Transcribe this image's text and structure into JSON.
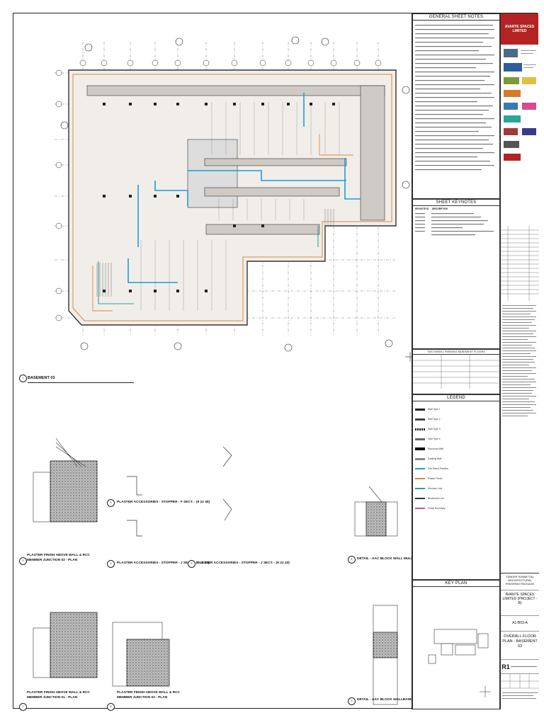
{
  "sheet": {
    "plan_title": "BASEMENT 03",
    "general_notes_title": "GENERAL SHEET NOTES",
    "keynotes_title": "SHEET KEYNOTES",
    "keynotes_columns": [
      "KEYNOTE ID",
      "DESCRIPTION"
    ],
    "parking_schedule_title": "TWO WHEEL PARKING BASEMENT FLOORS",
    "legend_title": "LEGEND",
    "key_plan_title": "KEY PLAN"
  },
  "details": [
    {
      "title": "PLASTER FINISH ABOVE WALL & RCC MEMBER JUNCTION 02 - PLAN"
    },
    {
      "title": "PLASTER ACCESSORIES - STOPPER - F SECT. - (9 22 45)"
    },
    {
      "title": "PLASTER ACCESSORIES - STOPPER - J SECT. - (9 22 43)"
    },
    {
      "title": "PLASTER ACCESSORIES - STOPPER - J SECT. - (9 22 43)"
    },
    {
      "title": "DETAIL - AAC BLOCK WALL MULLION (CONC.)"
    },
    {
      "title": "PLASTER FINISH ABOVE WALL & RCC MEMBER JUNCTION 01 - PLAN"
    },
    {
      "title": "PLASTER FINISH ABOVE WALL & RCC MEMBER JUNCTION 03 - PLAN"
    },
    {
      "title": "DETAIL - AAC BLOCK WALLBAND BEAM"
    }
  ],
  "legend_items": [
    "Wall Type 1",
    "Wall Type 2",
    "Wall Type 3",
    "Wall Type 4",
    "Structural Wall",
    "Existing Wall",
    "Fire Rated Partition",
    "Plaster Finish",
    "Services Line",
    "Blockwork Line",
    "Finish Boundary"
  ],
  "title_block": {
    "company": "AVANTE SPACES LIMITED",
    "stage": "TENDER SUBMITTAL ARCHITECTURAL FINISHING PACKAGE",
    "client": "AVANTE SPACES LIMITED (PROJECT - B)",
    "sheet_no": "A1-B03-A",
    "sheet_title": "OVERALL FLOOR PLAN - BASEMENT 03",
    "revision": "R1"
  },
  "colors": {
    "duct": "#1e9bd6",
    "services": "#d98a3a",
    "finish": "#d14db0",
    "teal": "#2aa59a",
    "logo_bg": "#b42323"
  }
}
